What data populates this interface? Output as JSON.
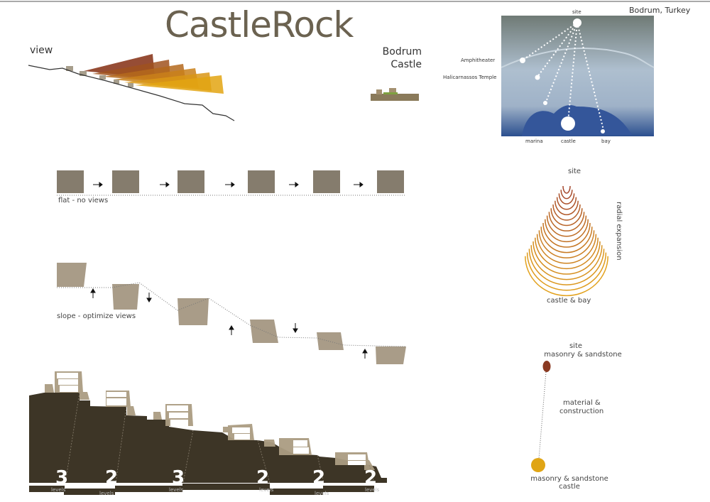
{
  "title": "CastleRock",
  "view_section": {
    "label": "view",
    "landmark": "Bodrum Castle",
    "landmark_line1": "Bodrum",
    "landmark_line2": "Castle"
  },
  "map": {
    "location": "Bodrum, Turkey",
    "labels": {
      "site": "site",
      "amphitheater": "Amphitheater",
      "temple": "Halicarnassos Temple",
      "marina": "marina",
      "castle": "castle",
      "bay": "bay"
    }
  },
  "flat": {
    "caption": "flat - no views"
  },
  "slope": {
    "caption": "slope - optimize views"
  },
  "radial": {
    "top": "site",
    "bottom": "castle & bay",
    "side": "radial expansion",
    "colors": {
      "start": "#a4462c",
      "end": "#e2a11c"
    }
  },
  "material": {
    "top_line1": "site",
    "top_line2": "masonry & sandstone",
    "middle_line1": "material &",
    "middle_line2": "construction",
    "bottom_line1": "masonry & sandstone",
    "bottom_line2": "castle",
    "colors": {
      "site": "#8a3a22",
      "castle": "#e0a515"
    }
  },
  "section": {
    "levels": [
      {
        "count": "3",
        "label": "levels"
      },
      {
        "count": "2",
        "label": "levels"
      },
      {
        "count": "3",
        "label": "levels"
      },
      {
        "count": "2",
        "label": "levels"
      },
      {
        "count": "2",
        "label": "levels"
      },
      {
        "count": "2",
        "label": "levels"
      }
    ]
  }
}
